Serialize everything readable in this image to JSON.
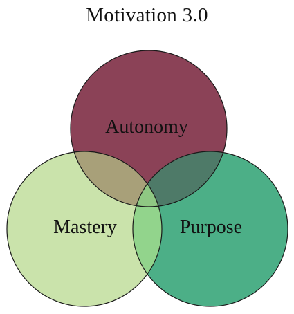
{
  "diagram": {
    "title": "Motivation 3.0",
    "circles": [
      {
        "id": "autonomy",
        "label": "Autonomy",
        "fill": "#8b4257"
      },
      {
        "id": "mastery",
        "label": "Mastery",
        "fill": "#cae3ab"
      },
      {
        "id": "purpose",
        "label": "Purpose",
        "fill": "#4caf87"
      }
    ],
    "overlaps": {
      "autonomy_mastery": "#a8a079",
      "autonomy_purpose": "#4e7a68",
      "mastery_purpose": "#92d48c",
      "center": "#8fc883"
    },
    "stroke_color": "#1a1a1a"
  }
}
